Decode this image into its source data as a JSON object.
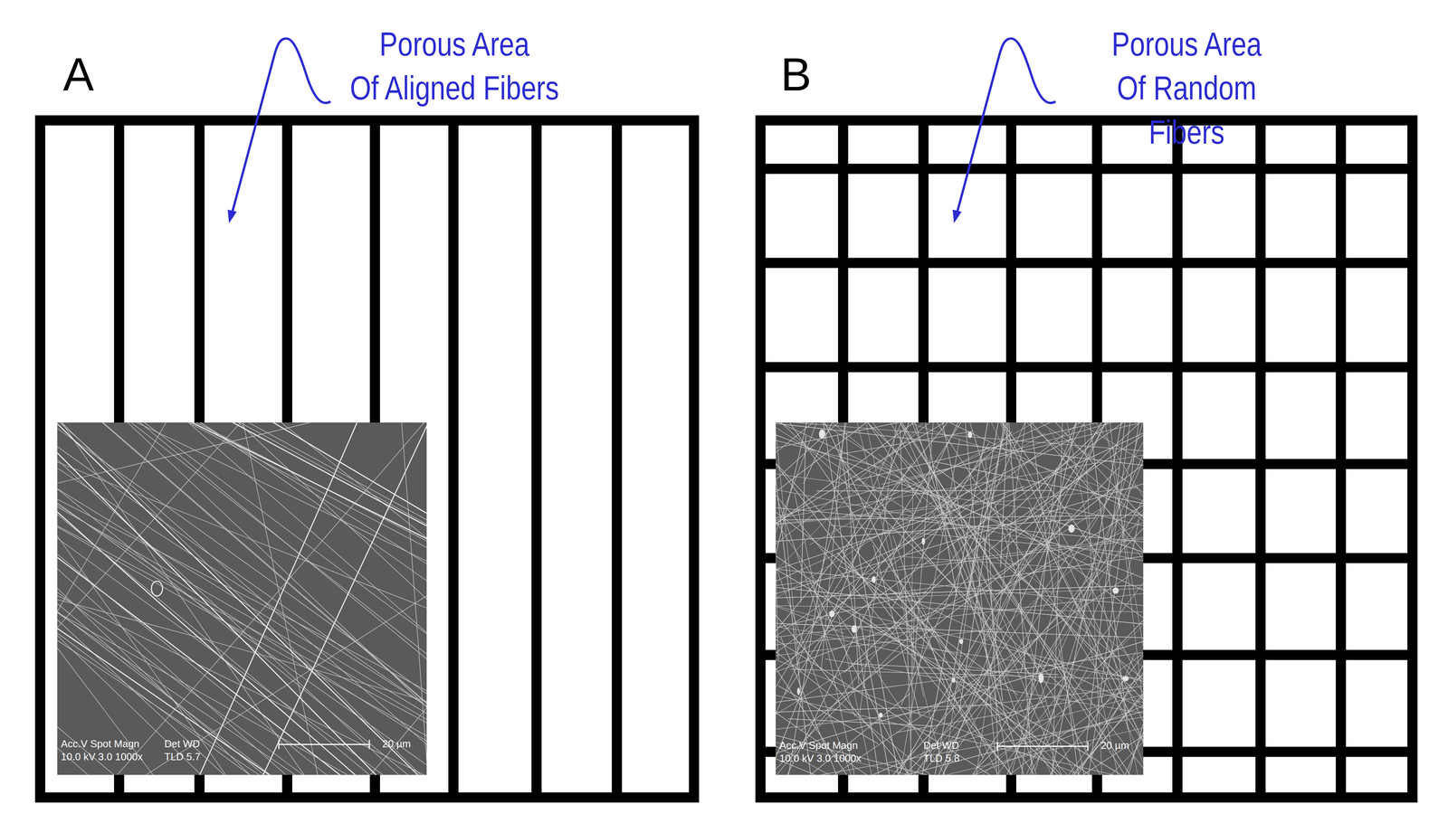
{
  "diagram": {
    "labels": [
      "A",
      "Porous Area Of Aligned Fibers",
      "Acc.V Spot Magn",
      "Det WD",
      "10.0 kV 3.0 1000x",
      "TLD 5.7",
      "20 µm",
      "B",
      "Porous Area Of Random Fibers",
      "Acc.V Spot Magn",
      "Det WD",
      "10.0 kV 3.0 1000x",
      "TLD 5.8",
      "20 µm"
    ]
  }
}
